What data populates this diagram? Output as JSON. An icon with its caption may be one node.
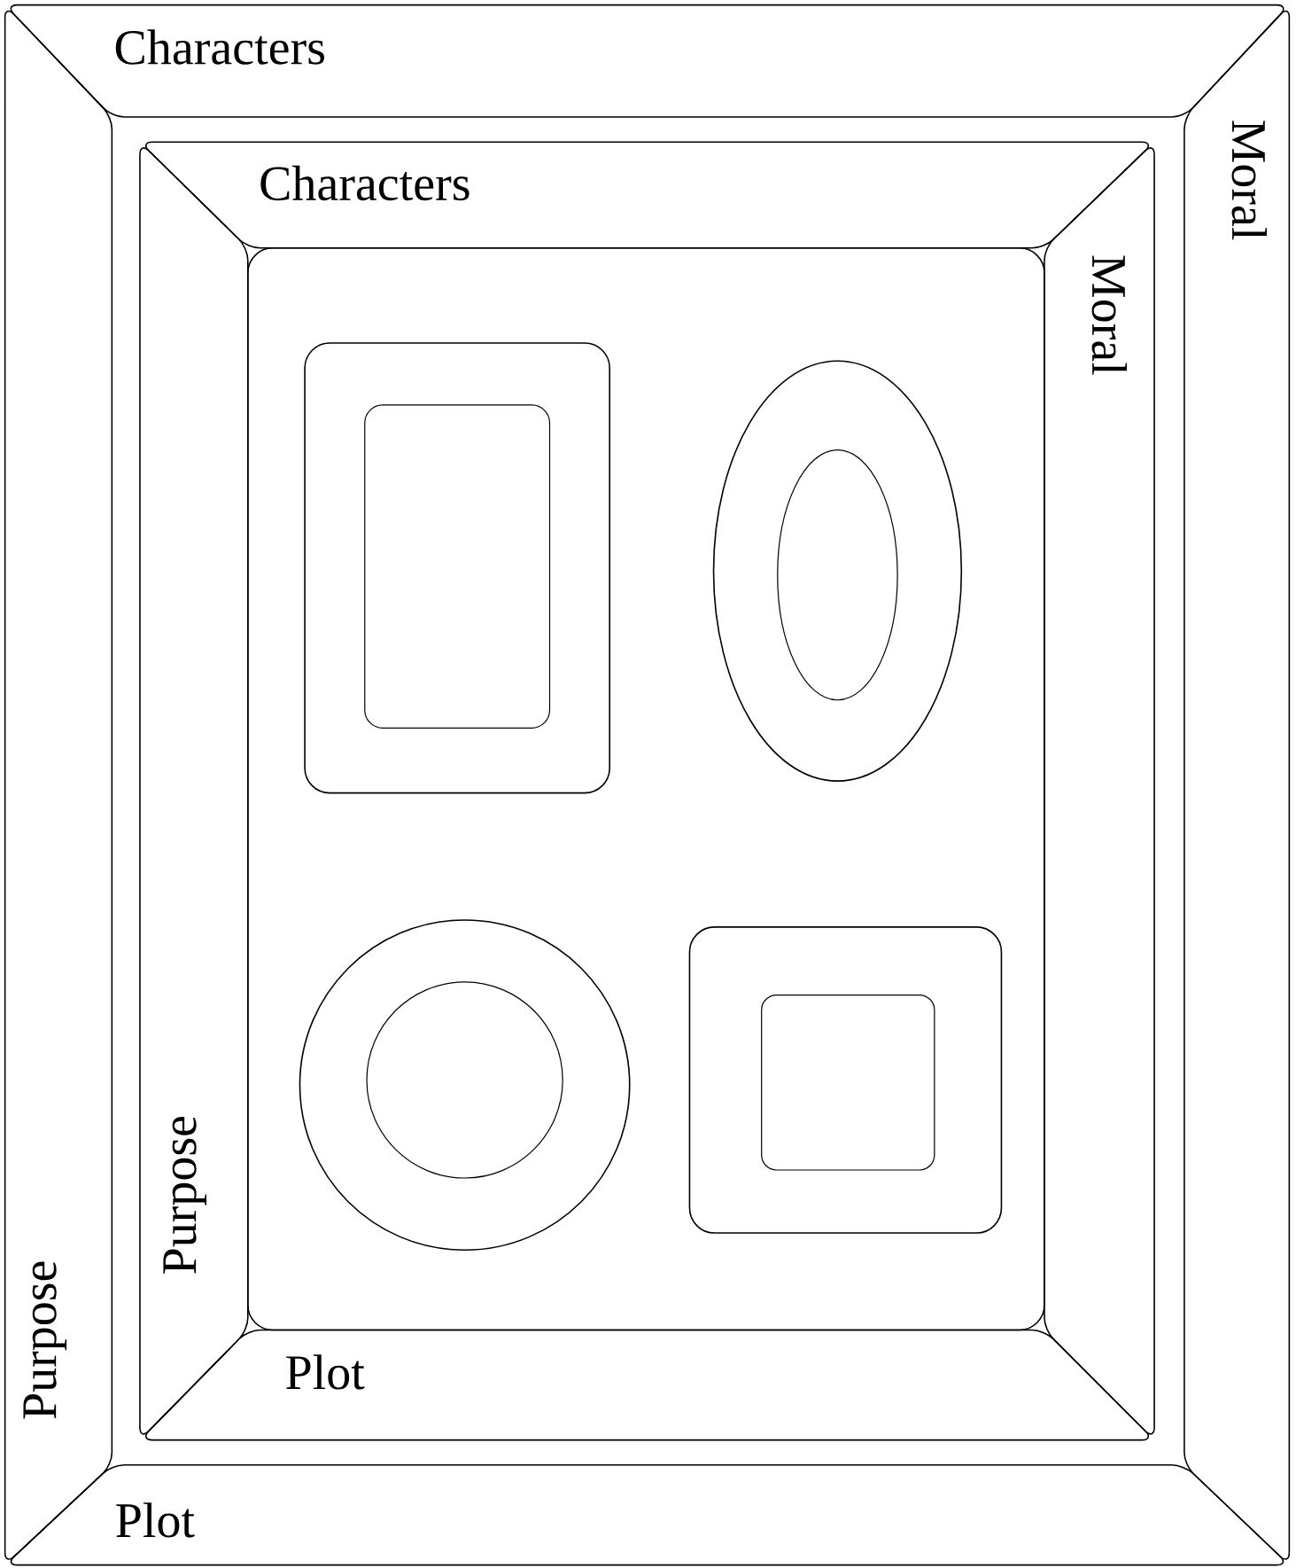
{
  "diagram": {
    "nodes": [
      {
        "text": [
          "Characters"
        ]
      },
      {
        "text": [
          "Moral"
        ]
      },
      {
        "text": [
          "Plot"
        ]
      },
      {
        "text": [
          "Purpose"
        ]
      },
      {
        "text": [
          "Characters"
        ]
      },
      {
        "text": [
          "Moral"
        ]
      },
      {
        "text": [
          "Plot"
        ]
      },
      {
        "text": [
          "Purpose"
        ]
      },
      {
        "text": [],
        "shape": "box"
      },
      {
        "text": [],
        "shape": "box",
        "in": 8
      },
      {
        "text": [],
        "shape": "box",
        "in": 9
      },
      {
        "text": [],
        "shape": "ellipse",
        "in": 8
      },
      {
        "text": [],
        "shape": "ellipse",
        "in": 11
      },
      {
        "text": [],
        "shape": "circle",
        "in": 8
      },
      {
        "text": [],
        "shape": "circle",
        "in": 13
      },
      {
        "text": [],
        "shape": "box",
        "in": 8
      },
      {
        "text": [],
        "shape": "box",
        "in": 15
      }
    ]
  }
}
